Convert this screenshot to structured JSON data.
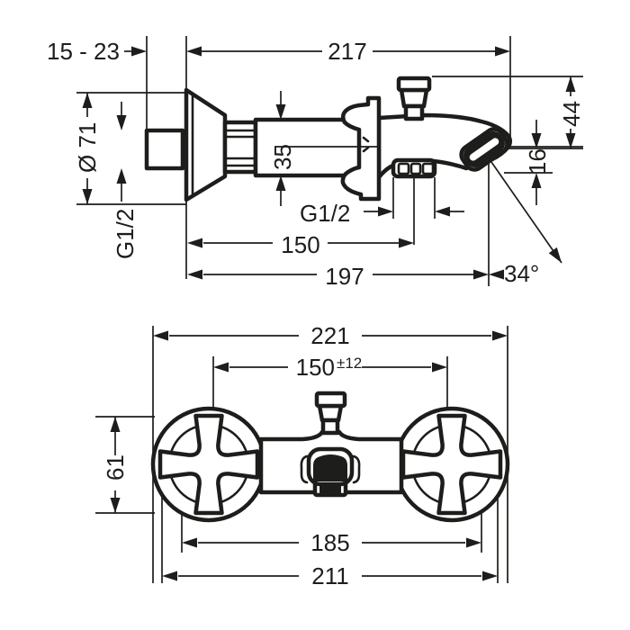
{
  "colors": {
    "ink": "#1d1d1b",
    "background": "#ffffff"
  },
  "side_view": {
    "labels": {
      "wall_distance": "15 - 23",
      "depth_total": "217",
      "escutcheon_diameter": "Ø 71",
      "inlet_thread": "G1/2",
      "cartridge_height": "35",
      "height_above_axis": "44",
      "spout_drop": "16",
      "shower_thread": "G1/2",
      "shower_outlet_distance": "150",
      "spout_reach": "197",
      "spout_angle": "34°"
    }
  },
  "front_view": {
    "labels": {
      "overall_width": "221",
      "pitch": "150",
      "pitch_tolerance": "±12",
      "handle_height": "61",
      "union_span": "185",
      "body_span": "211"
    }
  }
}
